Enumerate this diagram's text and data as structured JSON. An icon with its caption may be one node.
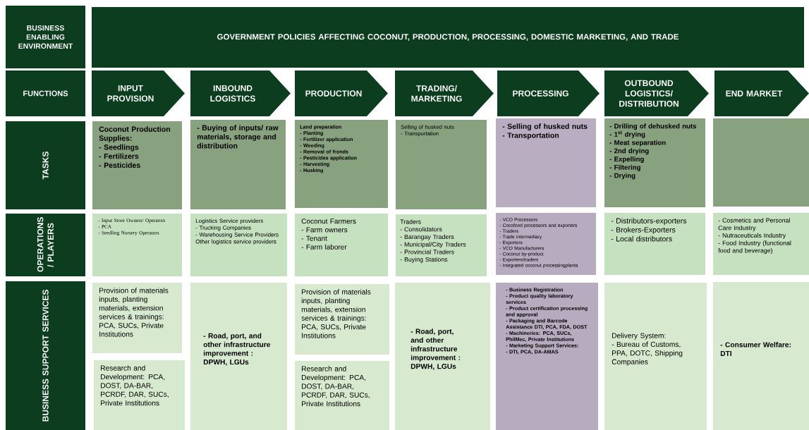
{
  "diagram": {
    "nodes": [
      {
        "text": [
          "BUSINESS ENABLING ENVIRONMENT"
        ]
      },
      {
        "text": [
          "GOVERNMENT POLICIES AFFECTING COCONUT, PRODUCTION, PROCESSING, DOMESTIC MARKETING, AND TRADE"
        ]
      },
      {
        "text": [
          "FUNCTIONS"
        ]
      },
      {
        "text": [
          "INPUT PROVISION"
        ]
      },
      {
        "text": [
          "INBOUND LOGISTICS"
        ]
      },
      {
        "text": [
          "PRODUCTION"
        ]
      },
      {
        "text": [
          "TRADING/ MARKETING"
        ]
      },
      {
        "text": [
          "PROCESSING"
        ]
      },
      {
        "text": [
          "OUTBOUND LOGISTICS/ DISTRIBUTION"
        ]
      },
      {
        "text": [
          "END MARKET"
        ]
      },
      {
        "text": [
          "TASKS"
        ]
      },
      {
        "text": [
          "Coconut Production Supplies:",
          "- Seedlings",
          "- Fertilizers",
          "- Pesticides"
        ]
      },
      {
        "text": [
          "- Buying of inputs/ raw materials, storage and distribution"
        ]
      },
      {
        "text": [
          "Land preparation",
          "- Planting",
          "- Fertilizer application",
          "- Weeding",
          "- Removal of fronds",
          "- Pesticides application",
          "- Harvesting",
          "- Husking"
        ]
      },
      {
        "text": [
          "Selling of husked nuts",
          "- Transportation"
        ]
      },
      {
        "text": [
          "- Selling of husked nuts",
          "- Transportation"
        ]
      },
      {
        "text": [
          "- Drilling of dehusked nuts",
          "- 1$^{st}$ drying",
          "- Meat separation",
          "- 2nd drying",
          "- Expelling",
          "- Filtering",
          "- Drying"
        ]
      },
      {
        "text": [],
        "shape": "box"
      },
      {
        "text": [
          "OPERATIONS / PLAYERS"
        ]
      },
      {
        "text": [
          "- Input Store Owners/ Operators",
          "- PCA",
          "- Seedling Nursery Operators"
        ]
      },
      {
        "text": [
          "Logistics Service providers",
          "- Trucking Companies",
          "- Warehousing Service Providers",
          "Other logistics service providers"
        ]
      },
      {
        "text": [
          "Coconut Farmers",
          "- Farm owners",
          "- Tenant",
          "- Farm laborer"
        ]
      },
      {
        "text": [
          "Traders",
          "- Consolidators",
          "- Barangay Traders",
          "- Municipal/City Traders",
          "- Provincial Traders",
          "- Buying Stations"
        ]
      },
      {
        "text": [
          "- VCO Processors",
          "- Cocofood processors and exporters",
          "- Traders",
          "- Trade intermediary",
          "- Exporters",
          "- VCO Manufacturers",
          "- Coconut by-product",
          "- Exporters/traders",
          "- Integrated coconut processingplants"
        ]
      },
      {
        "text": [
          "- Distributors-exporters",
          "- Brokers-Exporters",
          "- Local distributors"
        ]
      },
      {
        "text": [
          "- Cosmetics and Personal Care Industry",
          "- Nutraceuticals Industry",
          "- Food Industry (functional food and beverage)"
        ]
      },
      {
        "text": [
          "BUSINESS SUPPORT SERVICES"
        ]
      },
      {
        "text": [
          "Provision of materials inputs, planting materials, extension services & trainings: PCA, SUCs, Private Institutions"
        ]
      },
      {
        "text": [
          "Research and Development: PCA, DOST, DA-BAR, PCRDF, DAR, SUCs, Private Institutions"
        ]
      },
      {
        "text": [
          "- Road, port, and other infrastructure improvement : DPWH, LGUs"
        ]
      },
      {
        "text": [
          "Provision of materials inputs, planting materials, extension services & trainings: PCA, SUCs, Private Institutions"
        ]
      },
      {
        "text": [
          "Research and Development: PCA, DOST, DA-BAR, PCRDF, DAR, SUCs, Private Institutions"
        ]
      },
      {
        "text": [
          "- Road, port, and other infrastructure improvement : DPWH, LGUs"
        ]
      },
      {
        "text": [
          "- Business Registration",
          "- Product quality laboratory services",
          "- Product certification processing and approval",
          "- Packaging and Barcode Assistance DTI, PCA, FDA, DOST",
          "- Machineries: PCA, SUCs, PhilMec, Private Institutions",
          "- Marketing Support Services:",
          "- DTI, PCA, DA-AMAS"
        ]
      },
      {
        "text": [
          "Delivery System:",
          "- Bureau of Customs, PPA, DOTC, Shipping Companies"
        ]
      },
      {
        "text": [
          "- Consumer Welfare: DTI"
        ]
      }
    ]
  }
}
